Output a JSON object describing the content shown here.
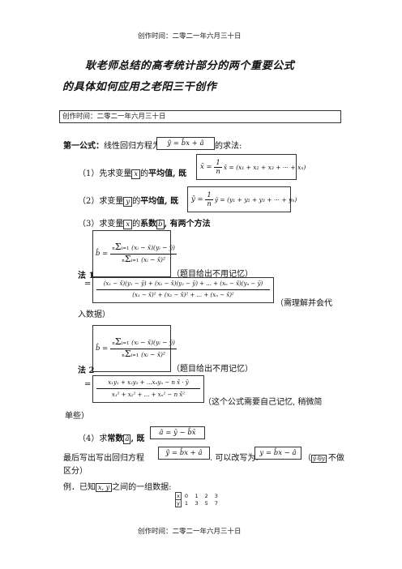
{
  "header": {
    "top_text": "创作时间：二零二一年六月三十日",
    "bottom_text": "创作时间：二零二一年六月三十日"
  },
  "title": {
    "line1": "耿老师总结的高考统计部分的两个重要公式",
    "line2": "的具体如何应用之老阳三干创作"
  },
  "boxed_date": "创作时间：二零二一年六月三十日",
  "formula1": {
    "heading": "第一公式：",
    "intro": "线性回归方程为",
    "eq_box": "ŷ = b̂x + â",
    "intro_tail": "的求法:",
    "step1_num": "（1）",
    "step1_a": "先求变量",
    "step1_var": "x",
    "step1_b": "的",
    "step1_bold": "平均值,",
    "step1_c": " 既",
    "step1_formula": "x̄ = (x₁ + x₂ + x₃ + ··· + xₙ)",
    "step2_num": "（2）",
    "step2_a": "求变量",
    "step2_var": "y",
    "step2_b": "的",
    "step2_bold": "平均值,",
    "step2_c": " 既",
    "step2_formula": "ȳ = (y₁ + y₂ + y₃ + ··· + yₙ)",
    "frac_num": "1",
    "frac_den": "n",
    "step3_num": "（3）",
    "step3_a": "求变量",
    "step3_var": "x",
    "step3_b": "的",
    "step3_bold1": "系数",
    "step3_var2": "b̂",
    "step3_bold2": ", 有两个方法"
  },
  "method1": {
    "label": "法 1",
    "note": "（题目给出不用记忆）",
    "numerator": "(xᵢ − x̄)(yᵢ − ȳ)",
    "denominator": "(xᵢ − x̄)²",
    "expanded_top": "(x₁ − x̄)(y₁ − ȳ) + (x₂ − x̄)(y₂ − ȳ) + ... + (xₙ − x̄)(yₙ − ȳ)",
    "expanded_bottom": "(x₁ − x̄)² + (x₂ − x̄)² + ... + (xₙ − x̄)²",
    "expanded_note": "（需理解并会代",
    "expanded_note2": "入数据）"
  },
  "method2": {
    "label": "法 2",
    "note": "（题目给出不用记忆）",
    "numerator": "(xᵢ − x̄)(yᵢ − ȳ)",
    "denominator": "(xᵢ − x̄)²",
    "expanded_top": "x₁y₁ + x₂y₂ + ...xₙyₙ − n x̄ · ȳ",
    "expanded_bottom": "x₁² + x₂² + ... + xₙ² − n x̄²",
    "expanded_note": "（这个公式需要自己记忆, 稍微简",
    "expanded_note2": "单些）"
  },
  "sigma_top": "n",
  "sigma_bottom": "i=1",
  "bhat": "b̂ =",
  "step4": {
    "num": "（4）",
    "a": "求",
    "bold": "常数",
    "var": "â",
    "b": ", 既",
    "formula": "â = ȳ − b̂x̄"
  },
  "final": {
    "a": "最后写出写出回归方程",
    "eq": "ŷ = b̂x + â",
    "b": ". 可以改写为:",
    "eq2": "y = b̂x − â",
    "c": "（",
    "var": "ŷ与y",
    "d": "不做",
    "line2": "区分）"
  },
  "example": {
    "text_a": "例．已知",
    "vars": "x, y",
    "text_b": "之间的一组数据:",
    "table": [
      {
        "label": "x",
        "values": [
          "0",
          "1",
          "2",
          "3"
        ]
      },
      {
        "label": "y",
        "values": [
          "1",
          "3",
          "5",
          "7"
        ]
      }
    ]
  }
}
